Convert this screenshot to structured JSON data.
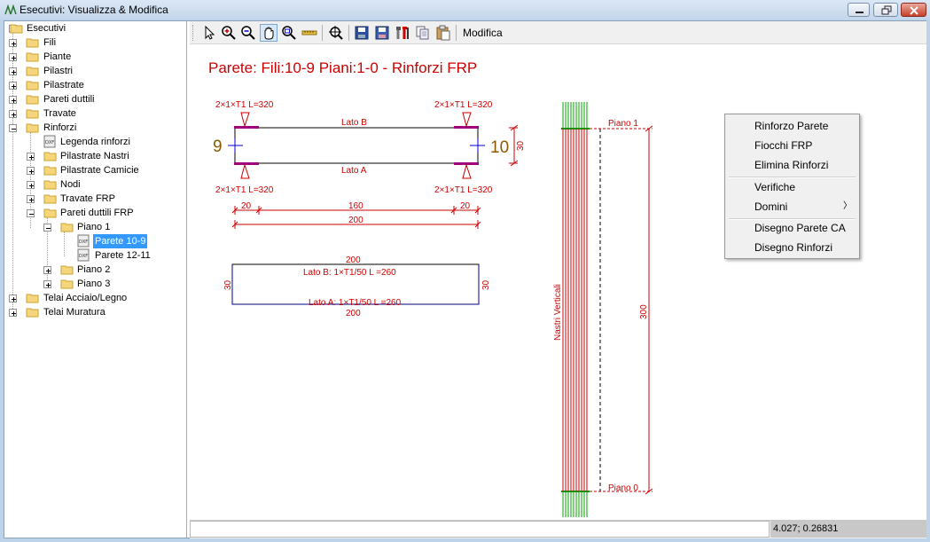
{
  "window": {
    "title": "Esecutivi: Visualizza & Modifica"
  },
  "tree": {
    "root": "Esecutivi",
    "items": [
      {
        "label": "Fili"
      },
      {
        "label": "Piante"
      },
      {
        "label": "Pilastri"
      },
      {
        "label": "Pilastrate"
      },
      {
        "label": "Pareti duttili"
      },
      {
        "label": "Travate"
      },
      {
        "label": "Rinforzi"
      },
      {
        "label": "Legenda rinforzi"
      },
      {
        "label": "Pilastrate Nastri"
      },
      {
        "label": "Pilastrate Camicie"
      },
      {
        "label": "Nodi"
      },
      {
        "label": "Travate FRP"
      },
      {
        "label": "Pareti duttili FRP"
      },
      {
        "label": "Piano 1"
      },
      {
        "label": "Parete 10-9"
      },
      {
        "label": "Parete 12-11"
      },
      {
        "label": "Piano 2"
      },
      {
        "label": "Piano 3"
      },
      {
        "label": "Telai Acciaio/Legno"
      },
      {
        "label": "Telai Muratura"
      }
    ]
  },
  "toolbar": {
    "tools": [
      "select-arrow-icon",
      "zoom-in-icon",
      "zoom-out-icon",
      "pan-hand-icon",
      "zoom-window-icon",
      "measure-ruler-icon",
      "zoom-extents-icon",
      "save-icon",
      "save-as-icon",
      "tools-icon",
      "copy-icon",
      "paste-icon"
    ],
    "modifica_label": "Modifica"
  },
  "drawing": {
    "title": "Parete: Fili:10-9 Piani:1-0 - Rinforzi FRP",
    "plan": {
      "label_tl": "2×1×T1 L=320",
      "label_tr": "2×1×T1 L=320",
      "label_bl": "2×1×T1 L=320",
      "label_br": "2×1×T1 L=320",
      "lato_b": "Lato B",
      "lato_a": "Lato A",
      "filo_left": "9",
      "filo_right": "10",
      "dim_height": "30",
      "dim_left": "20",
      "dim_mid": "160",
      "dim_right": "20",
      "dim_total": "200"
    },
    "section": {
      "dim_top": "200",
      "dim_bottom": "200",
      "dim_left": "30",
      "dim_right": "30",
      "lato_b_text": "Lato B: 1×T1/50 L =260",
      "lato_a_text": "Lato A: 1×T1/50 L =260"
    },
    "elevation": {
      "piano_top": "Piano 1",
      "piano_bottom": "Piano 0",
      "vertical_label": "Nastri Verticali",
      "dim_height": "300"
    },
    "colors": {
      "title": "#cc0000",
      "drawing": "#cc0000",
      "section": "#000080",
      "green": "#00a000",
      "filo": "#8b5a00"
    }
  },
  "context_menu": {
    "items": [
      {
        "label": "Rinforzo Parete"
      },
      {
        "label": "Fiocchi FRP"
      },
      {
        "label": "Elimina Rinforzi"
      },
      {
        "label": "Verifiche"
      },
      {
        "label": "Domini"
      },
      {
        "label": "Disegno Parete CA"
      },
      {
        "label": "Disegno Rinforzi"
      }
    ]
  },
  "status": {
    "coords": "4.027; 0.26831"
  }
}
